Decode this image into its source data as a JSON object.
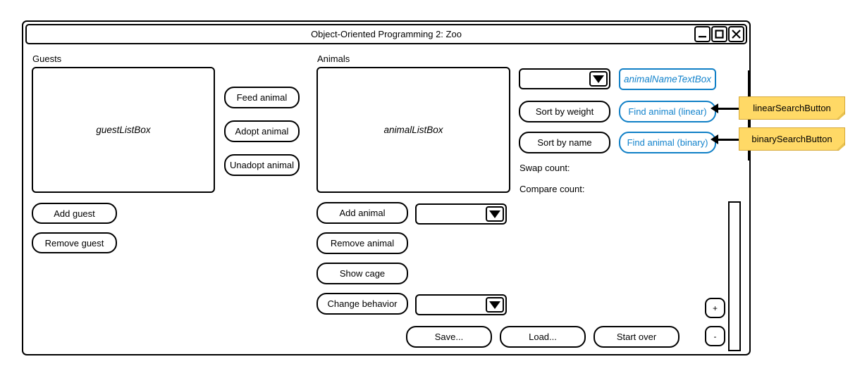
{
  "window": {
    "title": "Object-Oriented Programming 2: Zoo",
    "controls": [
      {
        "name": "minimize",
        "glyph": "_"
      },
      {
        "name": "maximize",
        "glyph": "square"
      },
      {
        "name": "close",
        "glyph": "X"
      }
    ]
  },
  "guests_panel": {
    "heading": "Guests",
    "listbox_label": "guestListBox",
    "buttons": [
      {
        "label": "Add guest"
      },
      {
        "label": "Remove guest"
      }
    ]
  },
  "guest_actions": {
    "buttons": [
      {
        "label": "Feed animal"
      },
      {
        "label": "Adopt animal"
      },
      {
        "label": "Unadopt animal"
      }
    ]
  },
  "animals_panel": {
    "heading": "Animals",
    "listbox_label": "animalListBox",
    "buttons": [
      {
        "label": "Add animal"
      },
      {
        "label": "Remove animal"
      },
      {
        "label": "Show cage"
      },
      {
        "label": "Change behavior"
      }
    ],
    "add_animal_dropdown_value": "",
    "change_behavior_dropdown_value": ""
  },
  "search_panel": {
    "animal_type_dropdown_value": "",
    "animal_name_textbox_value": "animalNameTextBox",
    "sort_buttons": [
      {
        "label": "Sort by weight"
      },
      {
        "label": "Sort by name"
      }
    ],
    "find_buttons": [
      {
        "label": "Find animal (linear)"
      },
      {
        "label": "Find animal (binary)"
      }
    ],
    "counters": [
      {
        "label": "Swap count:"
      },
      {
        "label": "Compare count:"
      }
    ]
  },
  "bottom_actions": {
    "buttons": [
      {
        "label": "Save..."
      },
      {
        "label": "Load..."
      },
      {
        "label": "Start over"
      }
    ]
  },
  "zoom_controls": {
    "increase_label": "+",
    "decrease_label": "-"
  },
  "annotations": [
    {
      "label": "linearSearchButton"
    },
    {
      "label": "binarySearchButton"
    }
  ],
  "colors": {
    "accent_blue": "#1383cc",
    "note_yellow": "#ffd966",
    "note_border": "#d6a93a",
    "outline": "#000000"
  }
}
